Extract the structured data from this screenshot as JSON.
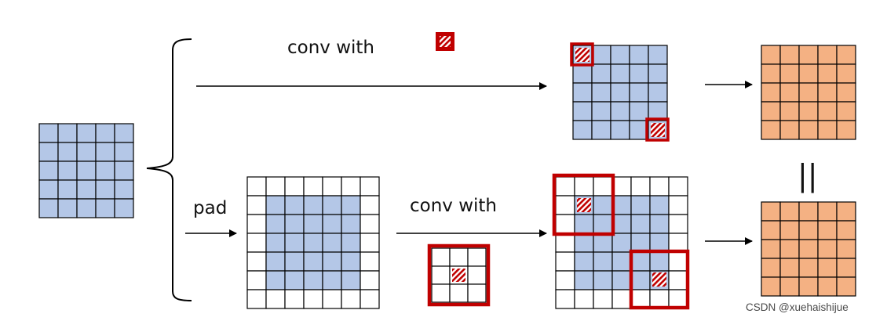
{
  "labels": {
    "conv_top": "conv with",
    "pad": "pad",
    "conv_bottom": "conv with",
    "equals": "||"
  },
  "watermark": "CSDN @xuehaishijue",
  "colors": {
    "blue_cell": "#b4c7e7",
    "orange_cell": "#f4b183",
    "kernel_red": "#c00000",
    "grid_line": "#000000"
  },
  "matrices": {
    "input": {
      "rows": 5,
      "cols": 5
    },
    "padded": {
      "rows": 7,
      "cols": 7,
      "padding": 1
    },
    "kernel_1x1": {
      "rows": 1,
      "cols": 1
    },
    "kernel_3x3": {
      "rows": 3,
      "cols": 3
    },
    "output": {
      "rows": 5,
      "cols": 5
    }
  }
}
